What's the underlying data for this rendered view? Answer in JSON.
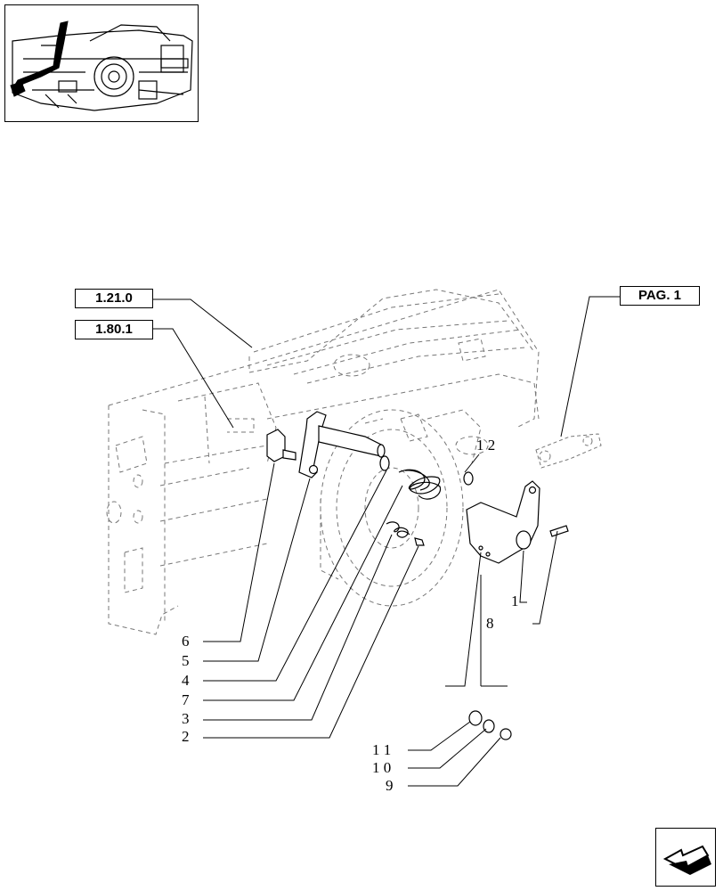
{
  "refs": {
    "ref_1210": "1.21.0",
    "ref_1801": "1.80.1",
    "page_ref": "PAG. 1"
  },
  "callouts": {
    "n1": "1",
    "n2": "2",
    "n3": "3",
    "n4": "4",
    "n5": "5",
    "n6": "6",
    "n7": "7",
    "n8": "8",
    "n9": "9",
    "n10": "1 0",
    "n11": "1 1",
    "n12": "1 2"
  },
  "icons": {
    "thumbnail": "tractor-locator-thumbnail",
    "nav": "next-page-arrow-icon"
  }
}
